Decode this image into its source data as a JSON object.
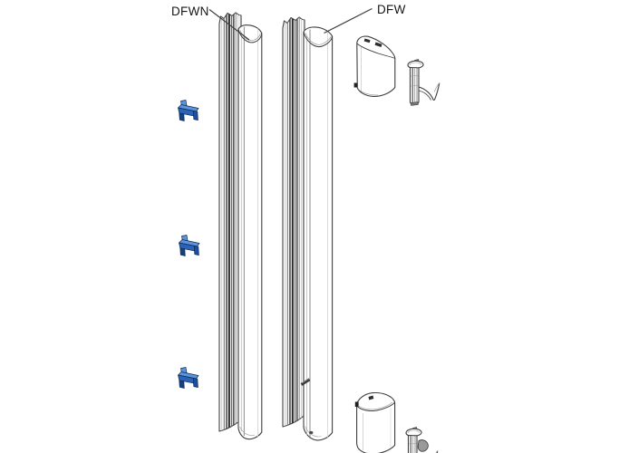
{
  "page": {
    "background": "#ffffff"
  },
  "diagram": {
    "labels": {
      "left_profile": "DFWN",
      "right_profile": "DFW"
    },
    "parts": [
      {
        "name": "dfwn-channel-profile",
        "count": 1
      },
      {
        "name": "dfwn-cover-profile",
        "count": 1
      },
      {
        "name": "dfw-channel-profile",
        "count": 1
      },
      {
        "name": "dfw-cover-profile",
        "count": 1
      },
      {
        "name": "mounting-clip",
        "count": 3
      },
      {
        "name": "end-cap",
        "count": 2
      },
      {
        "name": "hook-bracket",
        "count": 2
      },
      {
        "name": "retaining-pin",
        "count": 1
      }
    ],
    "colors": {
      "background": "#ffffff",
      "line": "#3f3f3f",
      "line_light": "#9a9a9a",
      "clip_blue": "#2a63b8",
      "clip_blue_light": "#5b93dd",
      "clip_blue_mid": "#1d4fa0",
      "clip_blue_dark": "#16407f",
      "label_text": "#161616"
    }
  }
}
